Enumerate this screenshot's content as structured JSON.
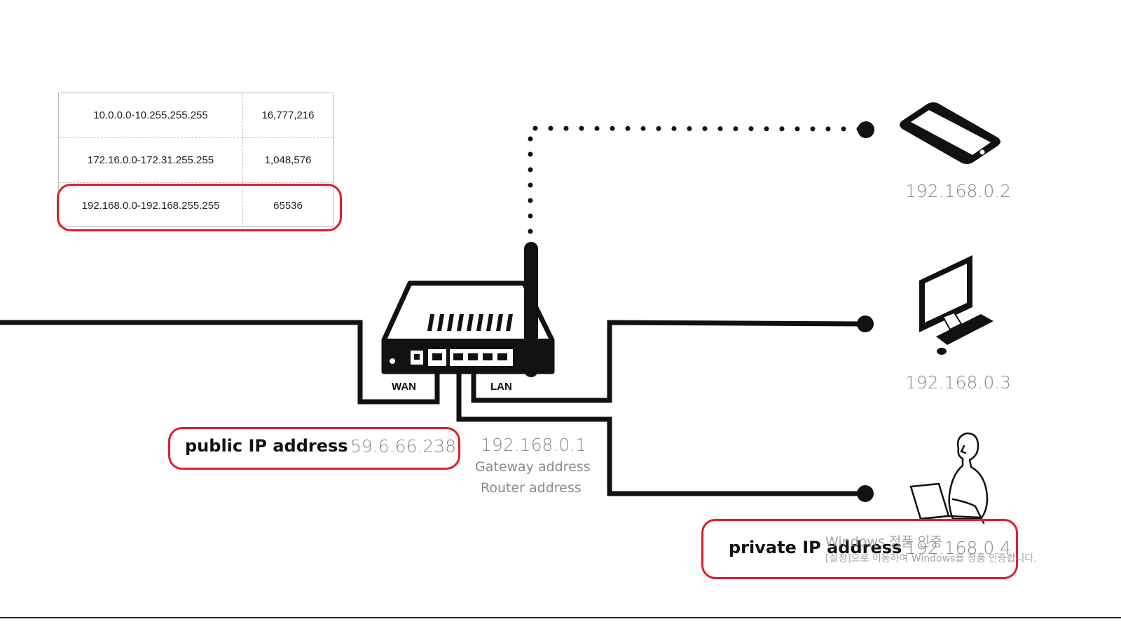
{
  "range_table": {
    "rows": [
      {
        "range": "10.0.0.0-10.255.255.255",
        "count": "16,777,216"
      },
      {
        "range": "172.16.0.0-172.31.255.255",
        "count": "1,048,576"
      },
      {
        "range": "192.168.0.0-192.168.255.255",
        "count": "65536"
      }
    ]
  },
  "router": {
    "wan_label": "WAN",
    "lan_label": "LAN",
    "ip": "192.168.0.1",
    "gateway_label": "Gateway address",
    "router_label": "Router address"
  },
  "public": {
    "label": "public IP address",
    "ip": "59.6.66.238"
  },
  "devices": [
    {
      "icon": "smartphone-icon",
      "ip": "192.168.0.2"
    },
    {
      "icon": "desktop-computer-icon",
      "ip": "192.168.0.3"
    },
    {
      "icon": "person-laptop-icon",
      "ip": "192.168.0.4"
    }
  ],
  "private": {
    "label": "private IP address"
  },
  "watermark": {
    "title": "Windows 정품 인증",
    "subtitle": "[설정]으로 이동하여 Windows를 정품 인증합니다."
  },
  "colors": {
    "highlight": "#e11d2a",
    "line": "#111111",
    "ip_text": "#8a8a8a"
  }
}
